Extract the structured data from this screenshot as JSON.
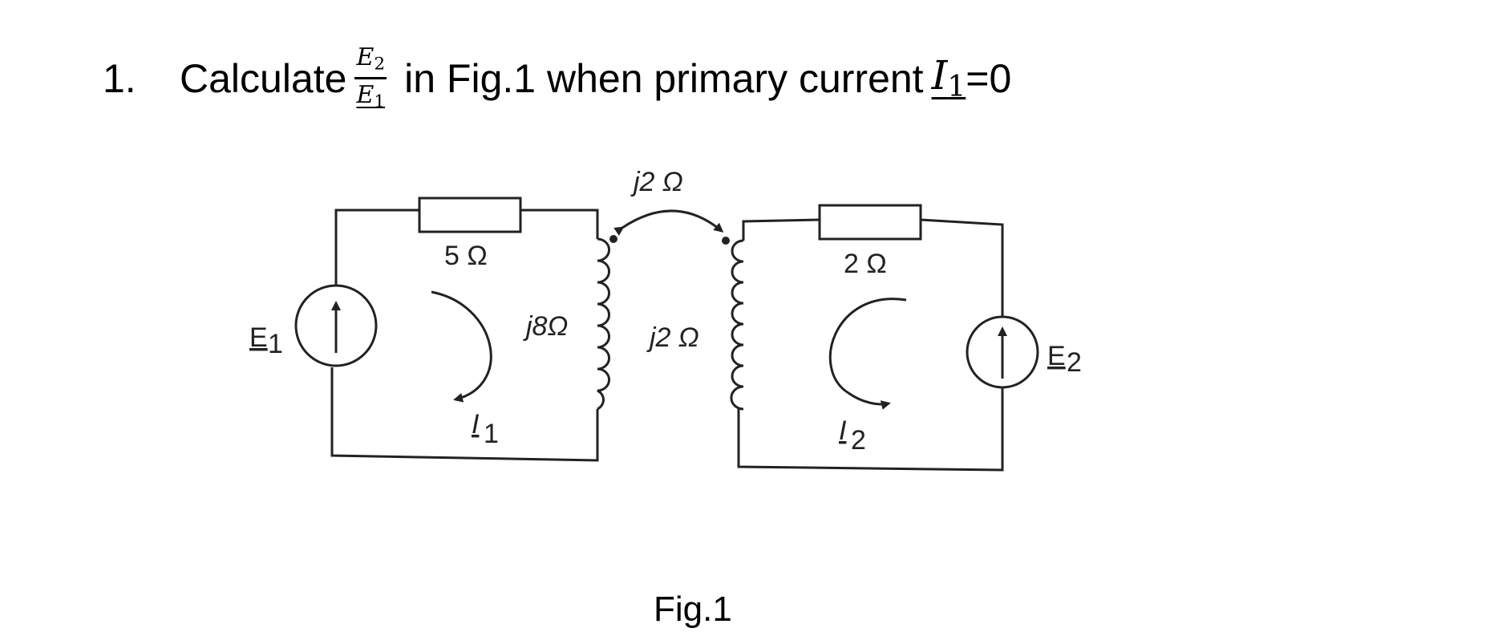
{
  "question": {
    "number": "1.",
    "text_before": "Calculate",
    "fraction_num": "E",
    "fraction_num_sub": "2",
    "fraction_den": "E",
    "fraction_den_sub": "1",
    "text_after": "in Fig.1 when primary current",
    "current_var": "I",
    "current_sub": "1",
    "condition": "=0"
  },
  "circuit": {
    "mutual_label": "j2 Ω",
    "r1_label": "5 Ω",
    "r2_label": "2 Ω",
    "l1_label": "j8Ω",
    "l2_label": "j2 Ω",
    "e1_label": "E",
    "e1_sub": "1",
    "e2_label": "E",
    "e2_sub": "2",
    "i1_label": "I",
    "i1_sub": "1",
    "i2_label": "I",
    "i2_sub": "2"
  },
  "caption": "Fig.1"
}
